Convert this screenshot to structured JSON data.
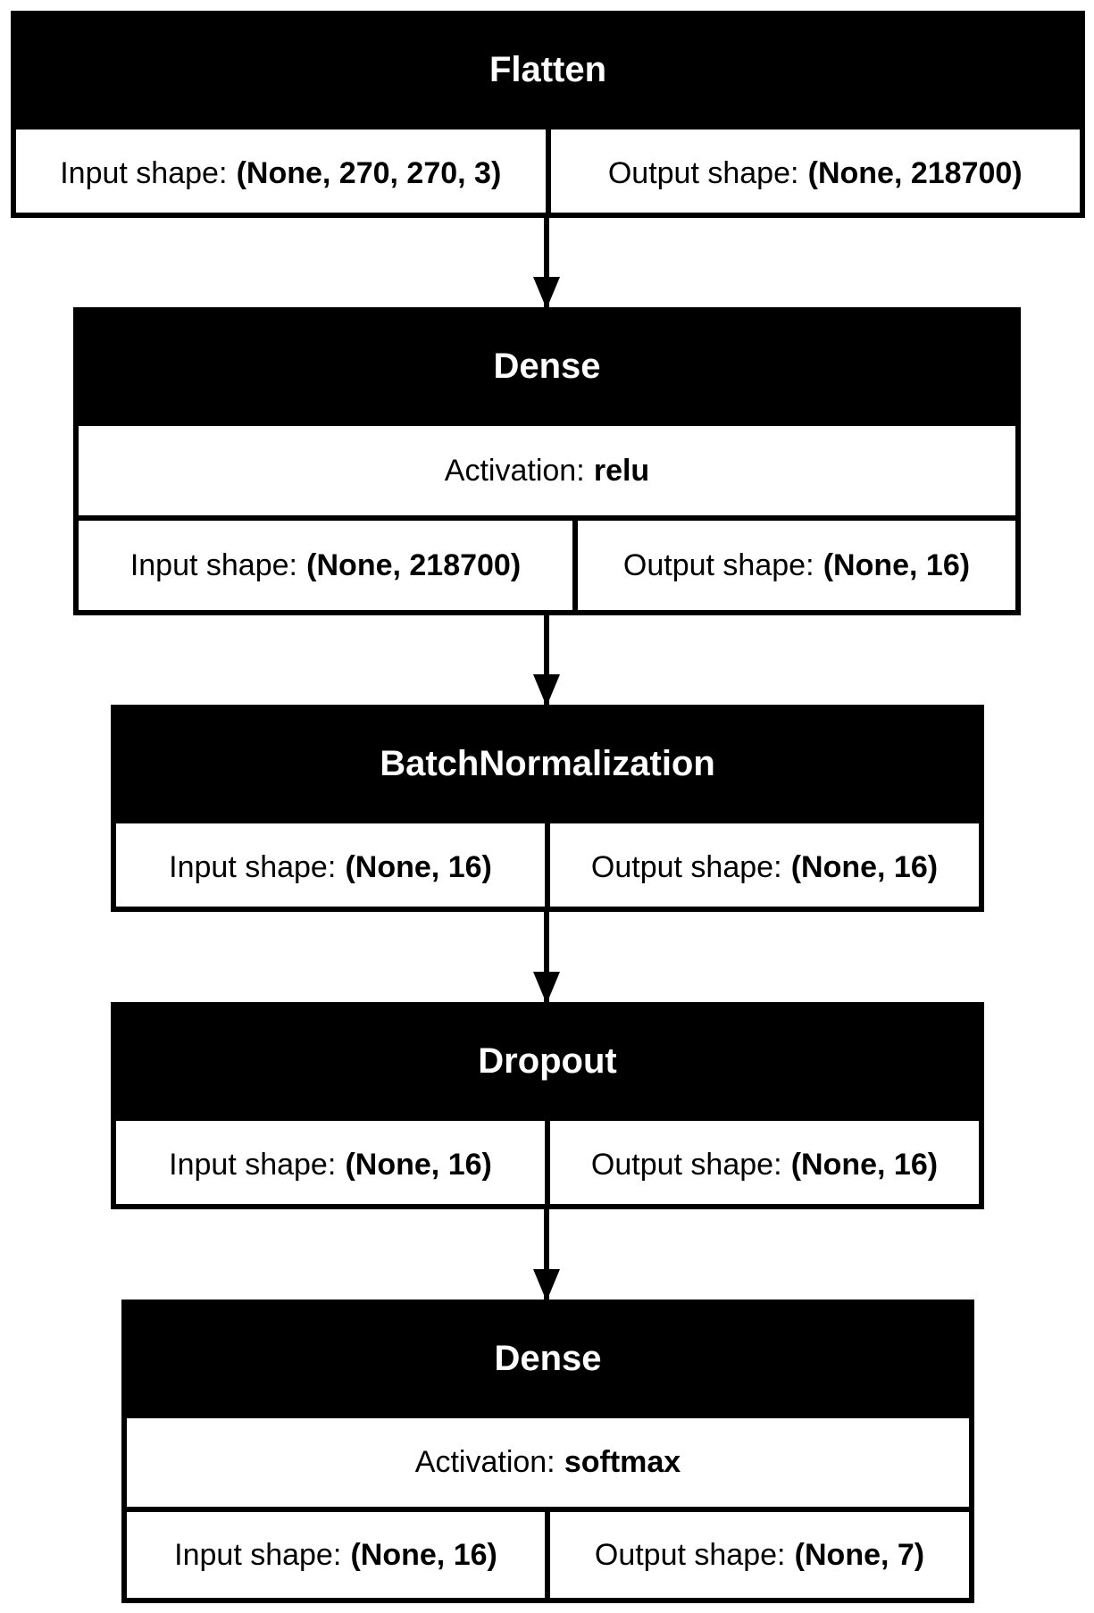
{
  "layers": [
    {
      "name": "Flatten",
      "input_label": "Input shape:",
      "input_value": "(None, 270, 270, 3)",
      "output_label": "Output shape:",
      "output_value": "(None, 218700)"
    },
    {
      "name": "Dense",
      "activation_label": "Activation:",
      "activation_value": "relu",
      "input_label": "Input shape:",
      "input_value": "(None, 218700)",
      "output_label": "Output shape:",
      "output_value": "(None, 16)"
    },
    {
      "name": "BatchNormalization",
      "input_label": "Input shape:",
      "input_value": "(None, 16)",
      "output_label": "Output shape:",
      "output_value": "(None, 16)"
    },
    {
      "name": "Dropout",
      "input_label": "Input shape:",
      "input_value": "(None, 16)",
      "output_label": "Output shape:",
      "output_value": "(None, 16)"
    },
    {
      "name": "Dense",
      "activation_label": "Activation:",
      "activation_value": "softmax",
      "input_label": "Input shape:",
      "input_value": "(None, 16)",
      "output_label": "Output shape:",
      "output_value": "(None, 7)"
    }
  ]
}
